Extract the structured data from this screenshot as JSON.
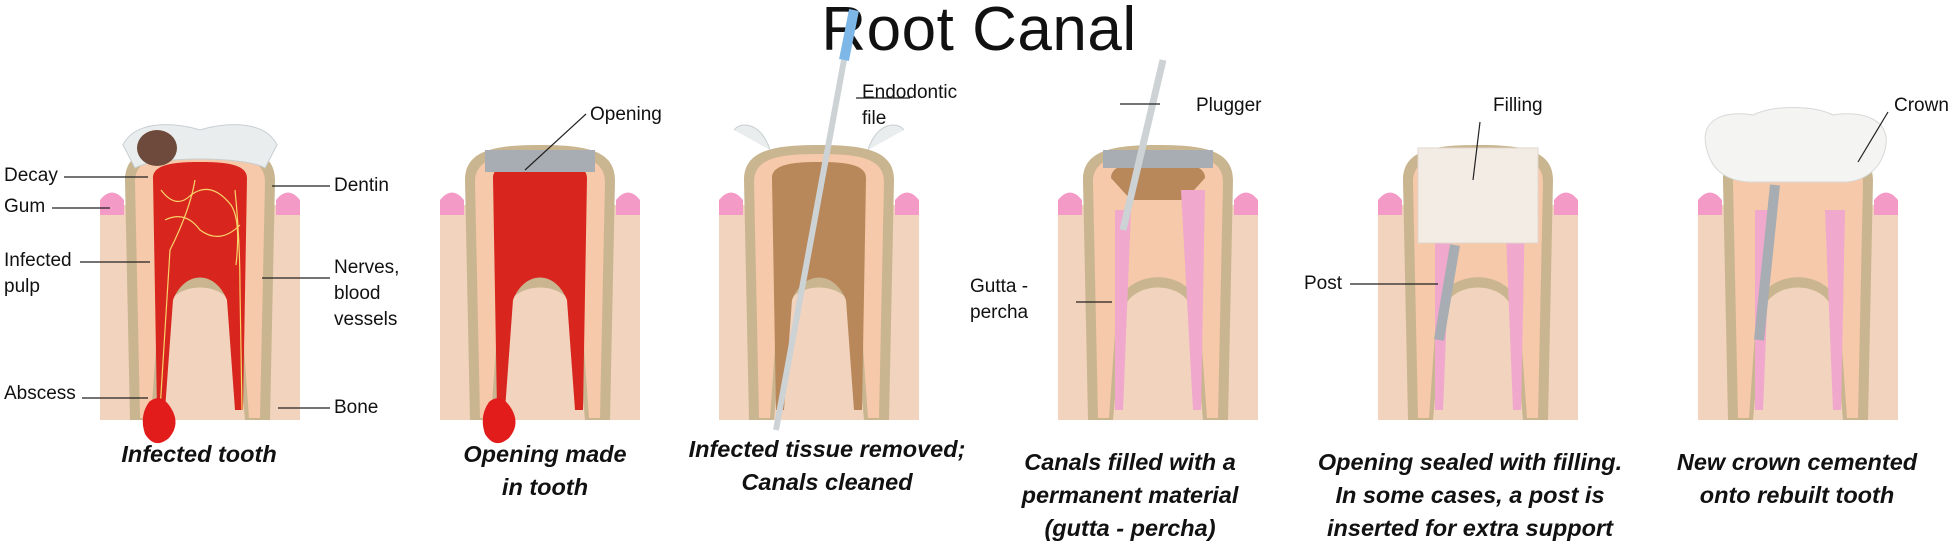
{
  "title": "Root Canal",
  "colors": {
    "bone": "#f2d3be",
    "bone_dot": "#b98f78",
    "gum": "#f39ac6",
    "dentin_ring": "#c9b58f",
    "dentin": "#f5c9a9",
    "enamel": "#e9edee",
    "pulp_infected": "#d8261e",
    "cleaned_canal": "#b8875a",
    "gutta_percha": "#f0a8cc",
    "metal": "#a7adb2",
    "filling": "#f3ece4",
    "crown": "#f4f4f2",
    "decay": "#6d4a3b",
    "abscess": "#e21b1b"
  },
  "panels": [
    {
      "caption": "Infected tooth",
      "labels": {
        "decay": "Decay",
        "gum": "Gum",
        "infected_pulp": "Infected\npulp",
        "abscess": "Abscess",
        "dentin": "Dentin",
        "nerves": "Nerves,\nblood\nvessels",
        "bone": "Bone"
      }
    },
    {
      "caption": "Opening made\nin tooth",
      "labels": {
        "opening": "Opening"
      }
    },
    {
      "caption": "Infected tissue removed;\nCanals cleaned",
      "labels": {
        "file": "Endodontic\nfile"
      }
    },
    {
      "caption": "Canals filled with a\npermanent material\n(gutta - percha)",
      "labels": {
        "plugger": "Plugger",
        "gutta": "Gutta -\npercha"
      }
    },
    {
      "caption": "Opening sealed with filling.\nIn some cases, a post is\ninserted for extra support",
      "labels": {
        "filling": "Filling",
        "post": "Post"
      }
    },
    {
      "caption": "New crown cemented\nonto rebuilt tooth",
      "labels": {
        "crown": "Crown"
      }
    }
  ]
}
